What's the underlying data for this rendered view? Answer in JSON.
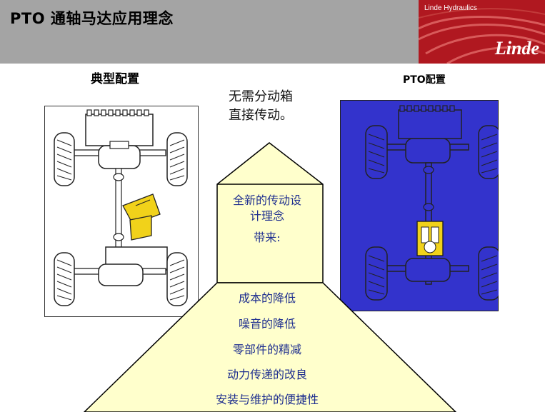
{
  "header": {
    "title": "PTO 通轴马达应用理念",
    "logo_caption": "Linde Hydraulics",
    "logo_word": "Linde"
  },
  "left_panel": {
    "label": "典型配置"
  },
  "right_panel": {
    "label": "PTO配置"
  },
  "intro": {
    "line1": "无需分动箱",
    "line2": "直接传动。"
  },
  "concept": {
    "line1": "全新的传动设",
    "line2": "计理念",
    "line3": "带来:"
  },
  "benefits": [
    "成本的降低",
    "噪音的降低",
    "零部件的精减",
    "动力传递的改良",
    "安装与维护的便捷性"
  ],
  "colors": {
    "header_bg": "#a4a4a4",
    "brand_red": "#b01820",
    "panel_blue": "#3333cc",
    "house_fill": "#ffffcc",
    "text_blue": "#1f2f8f",
    "motor_yellow": "#f1d21a"
  }
}
